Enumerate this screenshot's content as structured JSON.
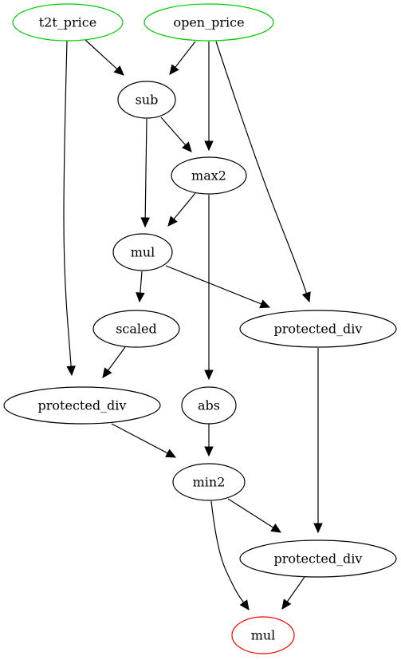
{
  "graph": {
    "nodes": [
      {
        "id": "t2t_price",
        "label": "t2t_price",
        "role": "input",
        "color": "#00cc00"
      },
      {
        "id": "open_price",
        "label": "open_price",
        "role": "input",
        "color": "#00cc00"
      },
      {
        "id": "sub",
        "label": "sub",
        "role": "op",
        "color": "#000000"
      },
      {
        "id": "max2",
        "label": "max2",
        "role": "op",
        "color": "#000000"
      },
      {
        "id": "mul_1",
        "label": "mul",
        "role": "op",
        "color": "#000000"
      },
      {
        "id": "scaled",
        "label": "scaled",
        "role": "op",
        "color": "#000000"
      },
      {
        "id": "protected_div_1",
        "label": "protected_div",
        "role": "op",
        "color": "#000000"
      },
      {
        "id": "protected_div_2",
        "label": "protected_div",
        "role": "op",
        "color": "#000000"
      },
      {
        "id": "abs",
        "label": "abs",
        "role": "op",
        "color": "#000000"
      },
      {
        "id": "min2",
        "label": "min2",
        "role": "op",
        "color": "#000000"
      },
      {
        "id": "protected_div_3",
        "label": "protected_div",
        "role": "op",
        "color": "#000000"
      },
      {
        "id": "mul_out",
        "label": "mul",
        "role": "output",
        "color": "#ff0000"
      }
    ],
    "edges": [
      {
        "from": "t2t_price",
        "to": "sub"
      },
      {
        "from": "t2t_price",
        "to": "protected_div_2"
      },
      {
        "from": "open_price",
        "to": "sub"
      },
      {
        "from": "open_price",
        "to": "max2"
      },
      {
        "from": "open_price",
        "to": "protected_div_1"
      },
      {
        "from": "sub",
        "to": "max2"
      },
      {
        "from": "sub",
        "to": "mul_1"
      },
      {
        "from": "max2",
        "to": "mul_1"
      },
      {
        "from": "max2",
        "to": "abs"
      },
      {
        "from": "mul_1",
        "to": "scaled"
      },
      {
        "from": "mul_1",
        "to": "protected_div_1"
      },
      {
        "from": "scaled",
        "to": "protected_div_2"
      },
      {
        "from": "protected_div_2",
        "to": "min2"
      },
      {
        "from": "abs",
        "to": "min2"
      },
      {
        "from": "protected_div_1",
        "to": "protected_div_3"
      },
      {
        "from": "min2",
        "to": "protected_div_3"
      },
      {
        "from": "min2",
        "to": "mul_out"
      },
      {
        "from": "protected_div_3",
        "to": "mul_out"
      }
    ]
  }
}
